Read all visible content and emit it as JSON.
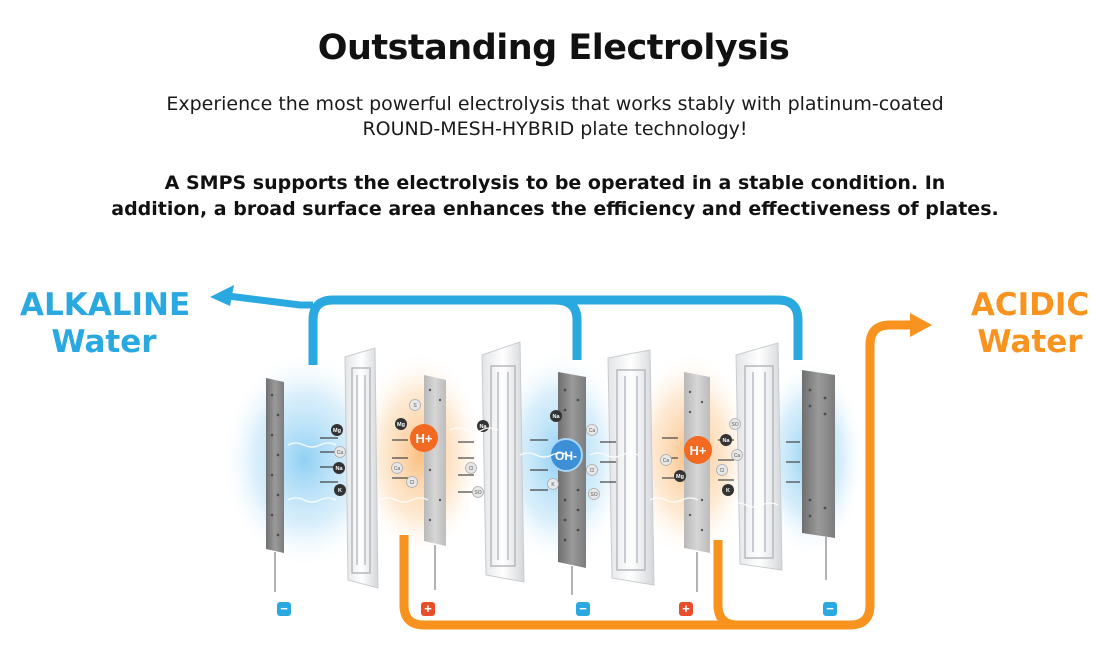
{
  "header": {
    "title": "Outstanding Electrolysis",
    "subtitle_line1": "Experience the most powerful electrolysis that works stably with platinum-coated",
    "subtitle_line2": "ROUND-MESH-HYBRID plate technology!",
    "bold_line1": "A SMPS supports the electrolysis to be operated in a stable condition.  In",
    "bold_line2": "addition, a broad surface area enhances the efficiency and effectiveness of plates."
  },
  "labels": {
    "alkaline_line1": "ALKALINE",
    "alkaline_line2": "Water",
    "acidic_line1": "ACIDIC",
    "acidic_line2": "Water"
  },
  "ions": {
    "h_plus": "H+",
    "oh_minus": "OH-",
    "mg": "Mg",
    "ca": "Ca",
    "na": "Na",
    "k": "K",
    "s": "S",
    "cl": "Cl",
    "so": "SO"
  },
  "terminals": {
    "minus": "−",
    "plus": "+"
  },
  "colors": {
    "alkaline_blue": "#2aa8e0",
    "acidic_orange": "#f7931e",
    "plus_red": "#e94e2a",
    "plate_dark": "#8c8c8c"
  }
}
